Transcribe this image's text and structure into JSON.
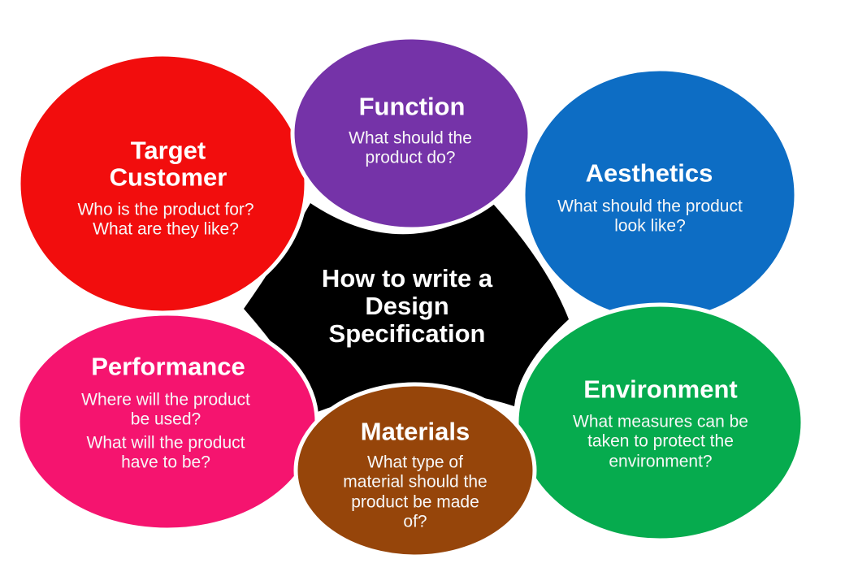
{
  "title": "How to write a Design Specification",
  "background_color": "#FFFFFF",
  "center": {
    "label": "How to write a\nDesign\nSpecification",
    "bg_color": "#000000",
    "text_color": "#FFFFFF"
  },
  "nodes": [
    {
      "id": "target-customer",
      "title": "Target\nCustomer",
      "body": "Who is the product for?\nWhat are they like?",
      "color": "#F20D0D"
    },
    {
      "id": "function",
      "title": "Function",
      "body": "What should the\nproduct do?",
      "color": "#7533A8"
    },
    {
      "id": "aesthetics",
      "title": "Aesthetics",
      "body": "What should the product\nlook like?",
      "color": "#0D6DC4"
    },
    {
      "id": "performance",
      "title": "Performance",
      "body": "Where will the product\nbe used?",
      "body2": "What will the product\nhave to be?",
      "color": "#F5146F"
    },
    {
      "id": "materials",
      "title": "Materials",
      "body": "What type of\nmaterial should the\nproduct be made\nof?",
      "color": "#96450A"
    },
    {
      "id": "environment",
      "title": "Environment",
      "body": "What measures can be\ntaken to protect the\nenvironment?",
      "color": "#06AB4E"
    }
  ]
}
